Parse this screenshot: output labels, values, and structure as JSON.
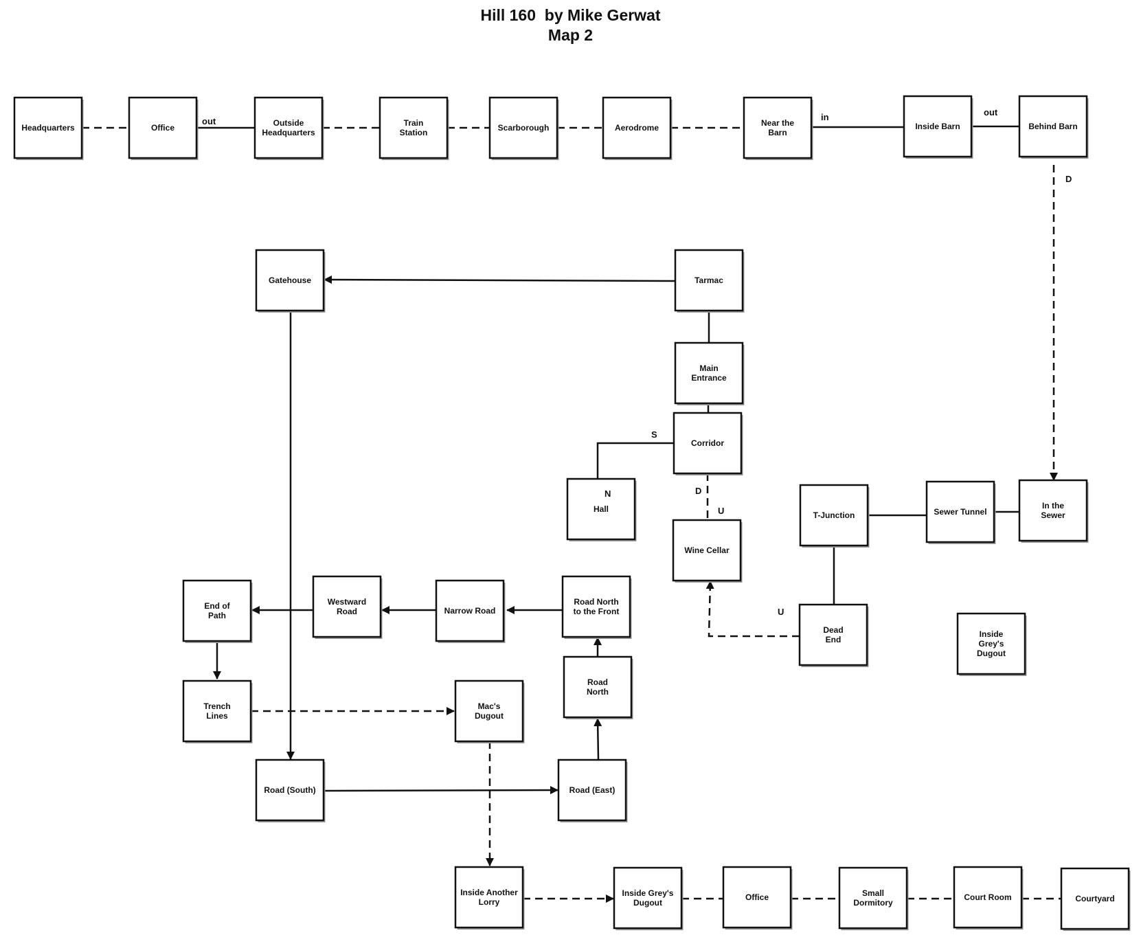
{
  "title": {
    "line1": "Hill 160  by Mike Gerwat",
    "line2": "Map 2"
  },
  "nodes": [
    {
      "id": "headquarters",
      "label": [
        "Headquarters"
      ]
    },
    {
      "id": "office-top",
      "label": [
        "Office"
      ]
    },
    {
      "id": "outside-headquarters",
      "label": [
        "Outside",
        "Headquarters"
      ]
    },
    {
      "id": "train-station",
      "label": [
        "Train",
        "Station"
      ]
    },
    {
      "id": "scarborough",
      "label": [
        "Scarborough"
      ]
    },
    {
      "id": "aerodrome",
      "label": [
        "Aerodrome"
      ]
    },
    {
      "id": "near-the-barn",
      "label": [
        "Near the",
        "Barn"
      ]
    },
    {
      "id": "inside-barn",
      "label": [
        "Inside Barn"
      ]
    },
    {
      "id": "behind-barn",
      "label": [
        "Behind Barn"
      ]
    },
    {
      "id": "gatehouse",
      "label": [
        "Gatehouse"
      ]
    },
    {
      "id": "tarmac",
      "label": [
        "Tarmac"
      ]
    },
    {
      "id": "main-entrance",
      "label": [
        "Main",
        "Entrance"
      ]
    },
    {
      "id": "corridor",
      "label": [
        "Corridor"
      ]
    },
    {
      "id": "hall",
      "label": [
        "Hall"
      ]
    },
    {
      "id": "wine-cellar",
      "label": [
        "Wine Cellar"
      ]
    },
    {
      "id": "t-junction",
      "label": [
        "T-Junction"
      ]
    },
    {
      "id": "sewer-tunnel",
      "label": [
        "Sewer Tunnel"
      ]
    },
    {
      "id": "in-the-sewer",
      "label": [
        "In the",
        "Sewer"
      ]
    },
    {
      "id": "dead-end",
      "label": [
        "Dead",
        "End"
      ]
    },
    {
      "id": "inside-greys-dugout-right",
      "label": [
        "Inside",
        "Grey's",
        "Dugout"
      ]
    },
    {
      "id": "end-of-path",
      "label": [
        "End of",
        "Path"
      ]
    },
    {
      "id": "westward-road",
      "label": [
        "Westward",
        "Road"
      ]
    },
    {
      "id": "narrow-road",
      "label": [
        "Narrow Road"
      ]
    },
    {
      "id": "road-north-to-the-front",
      "label": [
        "Road North",
        "to the Front"
      ]
    },
    {
      "id": "road-north",
      "label": [
        "Road",
        "North"
      ]
    },
    {
      "id": "trench-lines",
      "label": [
        "Trench",
        "Lines"
      ]
    },
    {
      "id": "macs-dugout",
      "label": [
        "Mac's",
        "Dugout"
      ]
    },
    {
      "id": "road-south",
      "label": [
        "Road (South)"
      ]
    },
    {
      "id": "road-east",
      "label": [
        "Road (East)"
      ]
    },
    {
      "id": "inside-another-lorry",
      "label": [
        "Inside Another",
        "Lorry"
      ]
    },
    {
      "id": "inside-greys-dugout-bottom",
      "label": [
        "Inside Grey's",
        "Dugout"
      ]
    },
    {
      "id": "office-bottom",
      "label": [
        "Office"
      ]
    },
    {
      "id": "small-dormitory",
      "label": [
        "Small",
        "Dormitory"
      ]
    },
    {
      "id": "court-room",
      "label": [
        "Court Room"
      ]
    },
    {
      "id": "courtyard",
      "label": [
        "Courtyard"
      ]
    }
  ],
  "edges": [
    {
      "id": "hq-office",
      "style": "dashed",
      "arrow": false
    },
    {
      "id": "office-outside-hq",
      "style": "solid",
      "arrow": false
    },
    {
      "id": "outside-hq-train",
      "style": "dashed",
      "arrow": false
    },
    {
      "id": "train-scarborough",
      "style": "dashed",
      "arrow": false
    },
    {
      "id": "scarborough-aerodrome",
      "style": "dashed",
      "arrow": false
    },
    {
      "id": "aerodrome-near-barn",
      "style": "dashed",
      "arrow": false
    },
    {
      "id": "near-barn-inside-barn",
      "style": "solid",
      "arrow": false
    },
    {
      "id": "inside-barn-behind-barn",
      "style": "solid",
      "arrow": false
    },
    {
      "id": "behind-barn-sewer",
      "style": "dashed",
      "arrow": true
    },
    {
      "id": "tarmac-gatehouse",
      "style": "solid",
      "arrow": true
    },
    {
      "id": "tarmac-main-entrance",
      "style": "solid",
      "arrow": false
    },
    {
      "id": "main-entrance-corridor",
      "style": "solid",
      "arrow": false
    },
    {
      "id": "corridor-hall",
      "style": "solid",
      "arrow": false
    },
    {
      "id": "corridor-wine-cellar",
      "style": "dashed",
      "arrow": false
    },
    {
      "id": "sewer-sewer-tunnel",
      "style": "solid",
      "arrow": false
    },
    {
      "id": "sewer-tunnel-t-junction",
      "style": "solid",
      "arrow": false
    },
    {
      "id": "t-junction-dead-end",
      "style": "solid",
      "arrow": false
    },
    {
      "id": "dead-end-wine-cellar",
      "style": "dashed",
      "arrow": true
    },
    {
      "id": "gatehouse-road-south",
      "style": "solid",
      "arrow": true
    },
    {
      "id": "road-south-road-east",
      "style": "solid",
      "arrow": true
    },
    {
      "id": "road-east-road-north",
      "style": "solid",
      "arrow": true
    },
    {
      "id": "road-north-front",
      "style": "solid",
      "arrow": true
    },
    {
      "id": "front-narrow-road",
      "style": "solid",
      "arrow": true
    },
    {
      "id": "narrow-westward",
      "style": "solid",
      "arrow": true
    },
    {
      "id": "westward-end-of-path",
      "style": "solid",
      "arrow": true
    },
    {
      "id": "end-of-path-trench",
      "style": "solid",
      "arrow": true
    },
    {
      "id": "trench-macs",
      "style": "dashed",
      "arrow": true
    },
    {
      "id": "macs-lorry",
      "style": "dashed",
      "arrow": true
    },
    {
      "id": "lorry-greys-dugout",
      "style": "dashed",
      "arrow": true
    },
    {
      "id": "greys-office",
      "style": "dashed",
      "arrow": false
    },
    {
      "id": "office-dormitory",
      "style": "dashed",
      "arrow": false
    },
    {
      "id": "dormitory-court-room",
      "style": "dashed",
      "arrow": false
    },
    {
      "id": "court-room-courtyard",
      "style": "dashed",
      "arrow": false
    }
  ],
  "edge_labels": [
    {
      "id": "label-out-office",
      "text": "out"
    },
    {
      "id": "label-in-barn",
      "text": "in"
    },
    {
      "id": "label-out-barn",
      "text": "out"
    },
    {
      "id": "label-d-behind-barn",
      "text": "D"
    },
    {
      "id": "label-s-corridor",
      "text": "S"
    },
    {
      "id": "label-n-hall",
      "text": "N"
    },
    {
      "id": "label-d-corridor",
      "text": "D"
    },
    {
      "id": "label-u-wine-cellar",
      "text": "U"
    },
    {
      "id": "label-u-dead-end",
      "text": "U"
    }
  ]
}
